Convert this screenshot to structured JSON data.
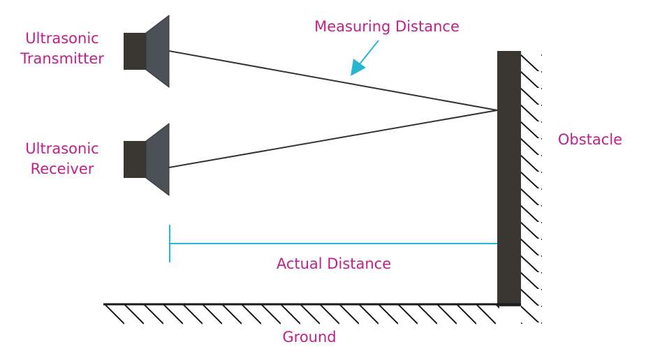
{
  "colors": {
    "label": "#c0208c",
    "accent": "#29b6d2",
    "body_dark": "#3a3632",
    "cone": "#4b5157",
    "line": "#333333"
  },
  "labels": {
    "transmitter_line1": "Ultrasonic",
    "transmitter_line2": "Transmitter",
    "receiver_line1": "Ultrasonic",
    "receiver_line2": "Receiver",
    "measuring_distance": "Measuring Distance",
    "actual_distance": "Actual Distance",
    "obstacle": "Obstacle",
    "ground": "Ground"
  }
}
